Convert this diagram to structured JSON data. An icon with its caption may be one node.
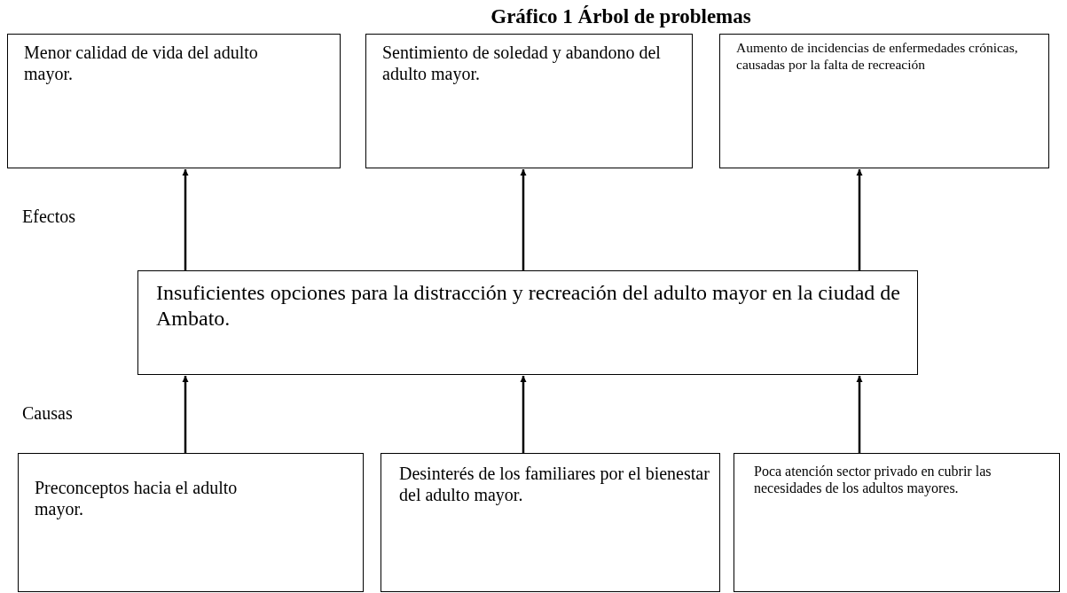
{
  "diagram": {
    "title": "Gráfico 1 Árbol de problemas",
    "nodes": [
      {
        "text": [
          "Menor calidad de vida del adulto mayor."
        ]
      },
      {
        "text": [
          "Sentimiento de soledad y abandono del adulto mayor."
        ]
      },
      {
        "text": [
          "Aumento de incidencias de enfermedades crónicas, causadas por la falta de recreación"
        ]
      },
      {
        "text": [
          "Insuficientes opciones para la distracción y recreación del adulto mayor en la ciudad de Ambato."
        ]
      },
      {
        "text": [
          "Preconceptos hacia el adulto mayor."
        ]
      },
      {
        "text": [
          "Desinterés de los familiares por el bienestar del adulto mayor."
        ]
      },
      {
        "text": [
          "Poca atención sector privado en cubrir las necesidades de los adultos mayores."
        ]
      }
    ],
    "edges": [
      {
        "from": 3,
        "to": 0,
        "arrow": "to"
      },
      {
        "from": 3,
        "to": 1,
        "arrow": "to"
      },
      {
        "from": 3,
        "to": 2,
        "arrow": "to"
      },
      {
        "from": 4,
        "to": 3,
        "arrow": "to"
      },
      {
        "from": 5,
        "to": 3,
        "arrow": "to"
      },
      {
        "from": 6,
        "to": 3,
        "arrow": "to"
      }
    ],
    "labels": [
      "Efectos",
      "Causas"
    ]
  }
}
